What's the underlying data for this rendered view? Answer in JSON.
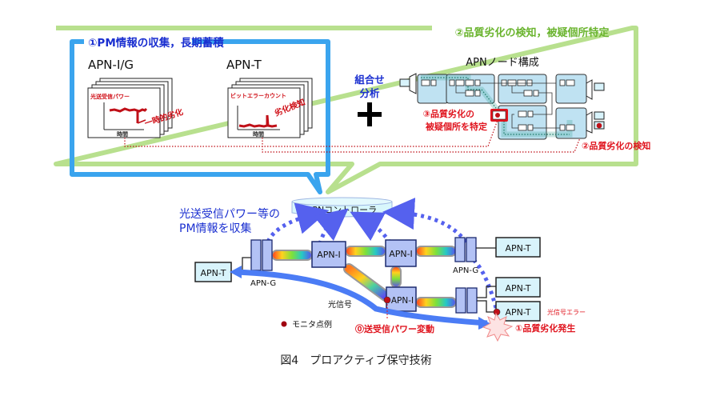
{
  "caption": "図4　プロアクティブ保守技術",
  "colors": {
    "green_frame": "#b8e08e",
    "blue_frame": "#3aa4ee",
    "title_blue": "#1a2fd0",
    "title_green": "#6ab42e",
    "alert_red": "#e0141e",
    "node_fill": "#b3c2f5",
    "node_stroke": "#1c2a6e",
    "terminal_fill": "#d8f3fb",
    "dotted_arrow": "#5561ee",
    "big_arrow": "#4b7cf5"
  },
  "top_left_panel": {
    "title": "①PM情報の収集，長期蓄積",
    "card_igroup": {
      "label": "APN-I/G",
      "chart_title": "光送受信パワー",
      "x_label": "時間",
      "annotation": "一時的劣化"
    },
    "card_t": {
      "label": "APN-T",
      "chart_title": "ビットエラーカウント",
      "x_label": "時間",
      "annotation": "劣化検知"
    }
  },
  "combine": {
    "line1": "組合せ",
    "line2": "分析",
    "plus": "+"
  },
  "top_right_panel": {
    "title": "②品質劣化の検知，被疑個所特定",
    "node_title": "APNノード構成",
    "suspect_line1": "③品質劣化の",
    "suspect_line2": "被疑個所を特定",
    "detect_label": "②品質劣化の検知"
  },
  "network": {
    "controller": "APNコントローラ",
    "collect_line1": "光送受信パワー等の",
    "collect_line2": "PM情報を収集",
    "apn_t_left": "APN-T",
    "apn_g_left": "APN-G",
    "apn_i_1": "APN-I",
    "apn_i_2": "APN-I",
    "apn_i_3": "APN-I",
    "apn_g_right": "APN-G",
    "apn_t_r1": "APN-T",
    "apn_t_r2": "APN-T",
    "apn_t_r3": "APN-T",
    "optical_signal": "光信号",
    "monitor_legend": "モニタ点例",
    "power_change": "⓪送受信パワー変動",
    "optical_error": "光信号エラー",
    "degradation_occurs": "①品質劣化発生"
  }
}
